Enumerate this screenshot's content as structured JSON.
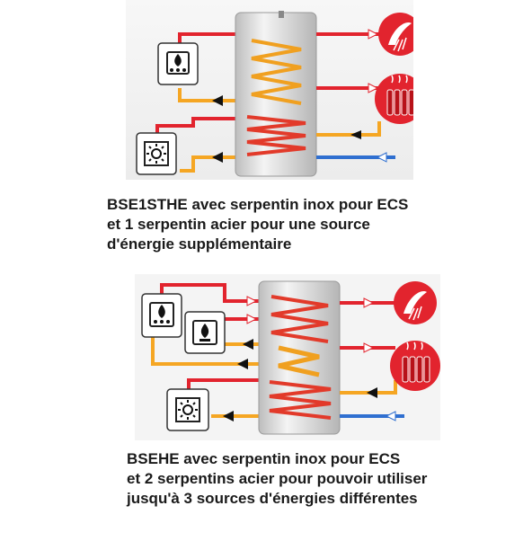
{
  "colors": {
    "hot_pipe": "#e2242e",
    "warm_pipe": "#f5a623",
    "cold_pipe": "#2f6fd0",
    "tank_body": "#dcdcdc",
    "stainless_coil": "#f0a020",
    "steel_coil": "#e23a2a",
    "pump": "#111111",
    "icon_box_border": "#333333"
  },
  "icons": {
    "boiler": "flame-boiler-icon",
    "gas_boiler": "gas-flame-icon",
    "solar": "sun-icon",
    "shower": "shower-icon",
    "radiator": "radiator-icon",
    "pump": "pump-icon"
  },
  "captions": {
    "diagram1": [
      "BSE1STHE avec serpentin inox pour ECS",
      "et 1 serpentin acier pour une source",
      "d'énergie supplémentaire"
    ],
    "diagram2": [
      "BSEHE avec serpentin inox pour ECS",
      "et 2 serpentins acier pour pouvoir utiliser",
      "jusqu'à 3 sources d'énergies différentes"
    ]
  }
}
